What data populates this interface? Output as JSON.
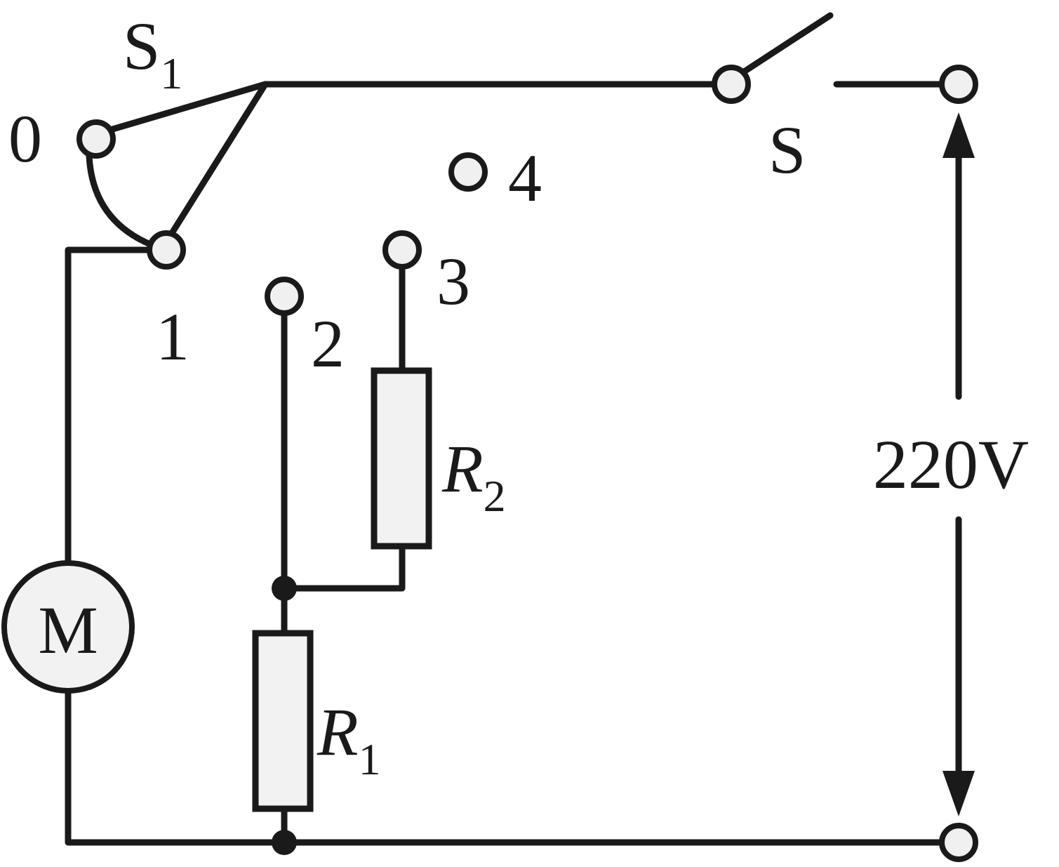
{
  "diagram": {
    "switch_main": {
      "label": "S"
    },
    "switch_selector": {
      "label": "S",
      "subscript": "1"
    },
    "positions": {
      "p0": "0",
      "p1": "1",
      "p2": "2",
      "p3": "3",
      "p4": "4"
    },
    "resistor_1": {
      "label": "R",
      "subscript": "1"
    },
    "resistor_2": {
      "label": "R",
      "subscript": "2"
    },
    "motor": {
      "label": "M"
    },
    "supply": {
      "voltage": "220V"
    }
  }
}
